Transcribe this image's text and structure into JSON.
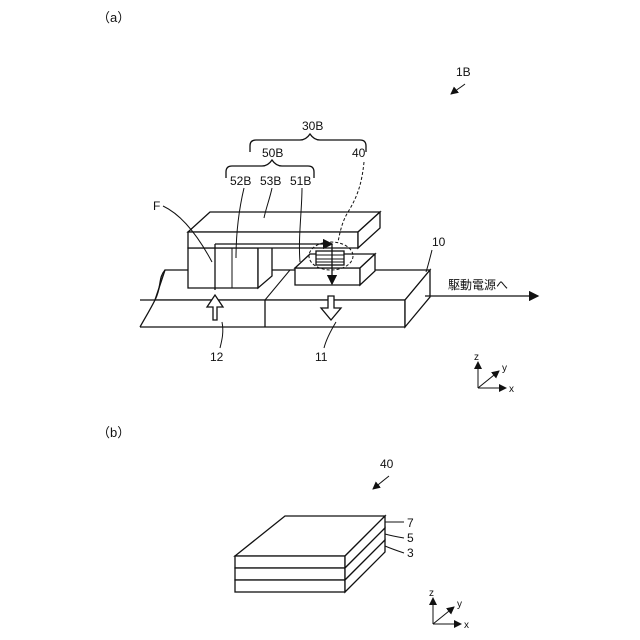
{
  "panel_a": {
    "label": "（a）",
    "device_ref": "1B",
    "labels": {
      "group_30b": "30B",
      "group_50b": "50B",
      "ref_40": "40",
      "ref_52b": "52B",
      "ref_53b": "53B",
      "ref_51b": "51B",
      "flux": "F",
      "ref_10": "10",
      "drive": "駆動電源へ",
      "ref_12": "12",
      "ref_11": "11"
    },
    "axes": {
      "z": "z",
      "y": "y",
      "x": "x"
    }
  },
  "panel_b": {
    "label": "（b）",
    "ref_40": "40",
    "layers": {
      "top": "7",
      "middle": "5",
      "bottom": "3"
    },
    "axes": {
      "z": "z",
      "y": "y",
      "x": "x"
    }
  }
}
